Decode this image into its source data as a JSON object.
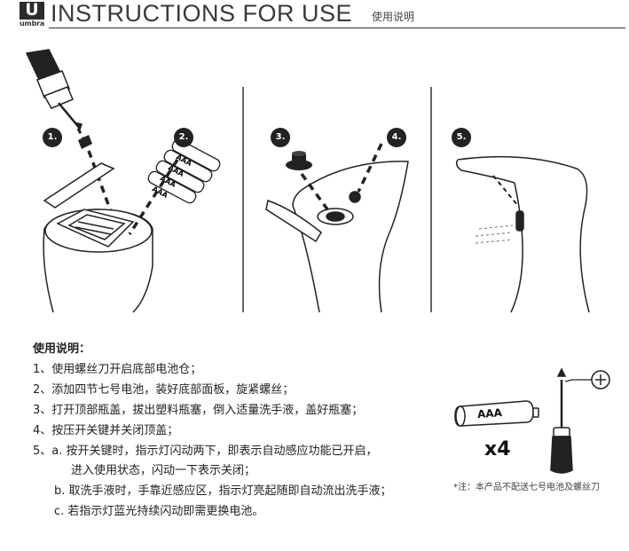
{
  "header": {
    "logo_letter": "U",
    "logo_word": "umbra",
    "title": "INSTRUCTIONS FOR USE",
    "subtitle": "使用说明"
  },
  "steps": [
    {
      "label": "1."
    },
    {
      "label": "2."
    },
    {
      "label": "3."
    },
    {
      "label": "4."
    },
    {
      "label": "5."
    }
  ],
  "battery_text": "AAA",
  "instructions": {
    "heading": "使用说明：",
    "items": [
      "1、使用螺丝刀开启底部电池仓；",
      "2、添加四节七号电池，装好底部面板，旋紧螺丝；",
      "3、打开顶部瓶盖，拔出塑料瓶塞，倒入适量洗手液，盖好瓶塞；",
      "4、按压开关键并关闭顶盖；",
      "5、a. 按开关键时，指示灯闪动两下，即表示自动感应功能已开启，",
      "进入使用状态，闪动一下表示关闭；",
      "b. 取洗手液时，手靠近感应区，指示灯亮起随即自动流出洗手液；",
      "c. 若指示灯蓝光持续闪动即需更换电池。"
    ]
  },
  "accessories": {
    "battery_label": "AAA",
    "quantity": "x4",
    "note": "*注：本产品不配送七号电池及螺丝刀"
  }
}
